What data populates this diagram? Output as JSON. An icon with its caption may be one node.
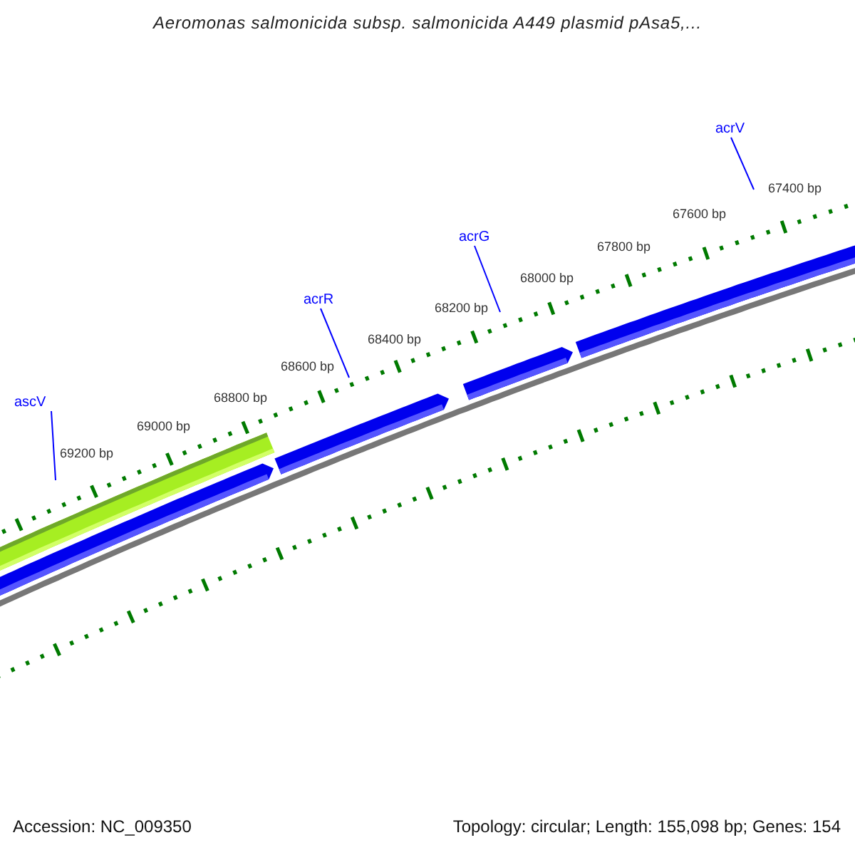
{
  "diagram": {
    "title": "Aeromonas salmonicida subsp. salmonicida A449 plasmid pAsa5,...",
    "nodes": [
      {
        "text": [
          "ascV"
        ]
      },
      {
        "text": [
          "acrR"
        ]
      },
      {
        "text": [
          "acrG"
        ]
      },
      {
        "text": [
          "acrV"
        ]
      }
    ],
    "edges": [
      {
        "from": 0,
        "to": null,
        "arrow": "none"
      },
      {
        "from": 1,
        "to": null,
        "arrow": "none"
      },
      {
        "from": 2,
        "to": null,
        "arrow": "none"
      },
      {
        "from": 3,
        "to": null,
        "arrow": "none"
      }
    ],
    "labels": [
      "69200 bp",
      "69000 bp",
      "68800 bp",
      "68600 bp",
      "68400 bp",
      "68200 bp",
      "68000 bp",
      "67800 bp",
      "67600 bp",
      "67400 bp",
      "Accession: NC_009350",
      "Topology: circular; Length: 155,098 bp; Genes: 154"
    ]
  }
}
